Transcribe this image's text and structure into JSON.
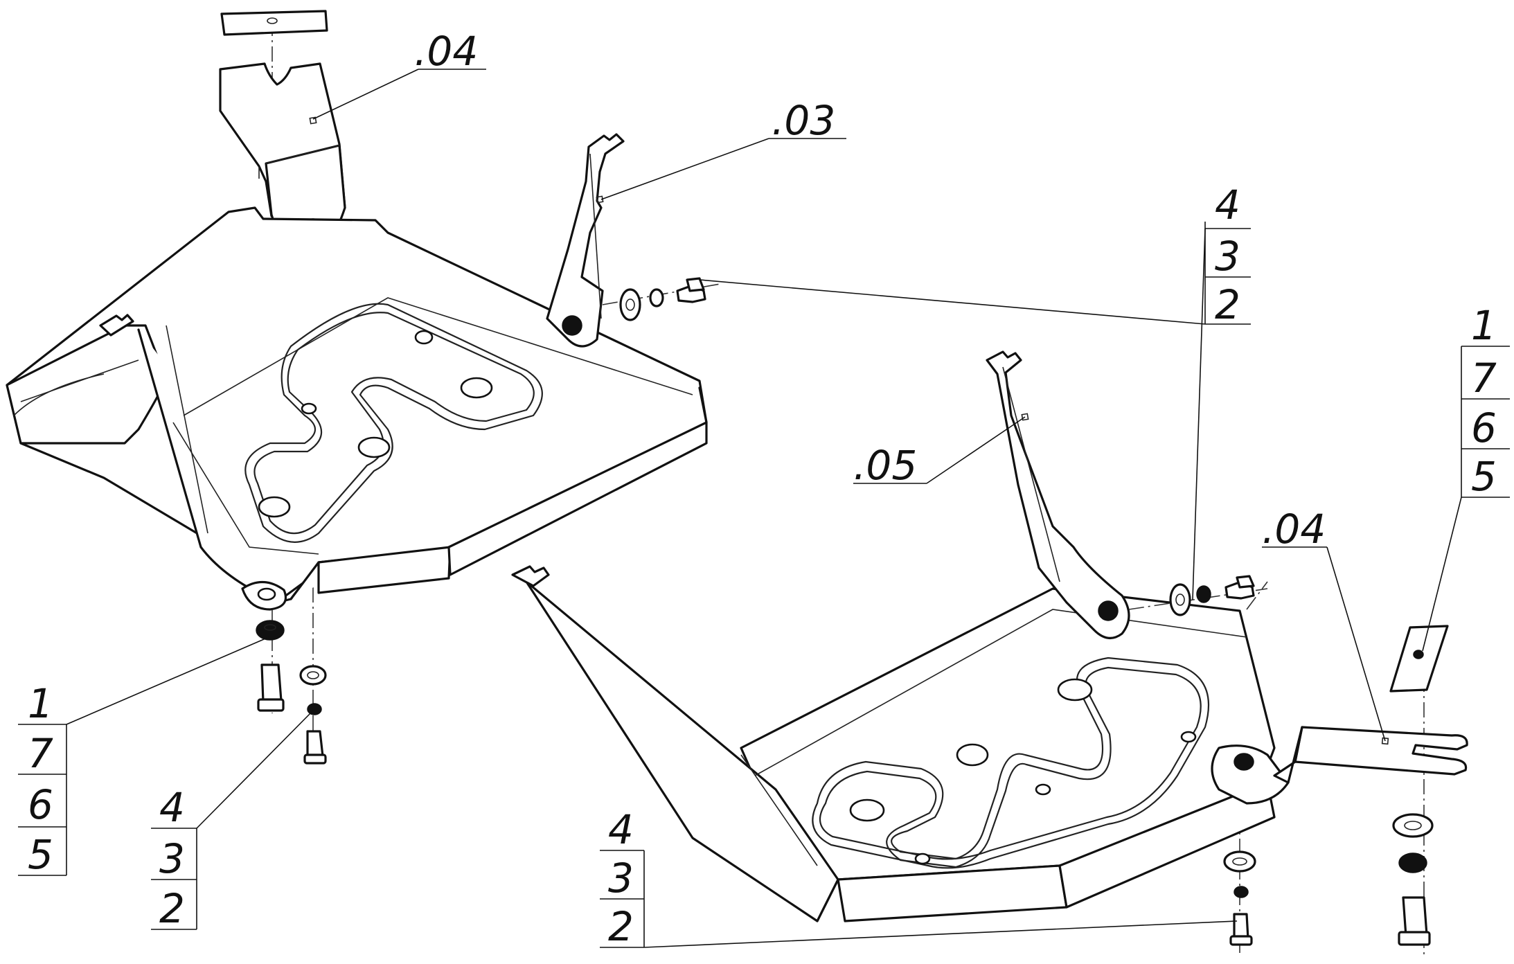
{
  "labels": {
    "part_04_top": ".04",
    "part_03": ".03",
    "part_05": ".05",
    "part_04_right": ".04"
  },
  "stacks": {
    "left_bottom_a": [
      "1",
      "7",
      "6",
      "5"
    ],
    "left_bottom_b": [
      "4",
      "3",
      "2"
    ],
    "middle_top": [
      "4",
      "3",
      "2"
    ],
    "right_top": [
      "1",
      "7",
      "6",
      "5"
    ],
    "bottom_center": [
      "4",
      "3",
      "2"
    ]
  }
}
